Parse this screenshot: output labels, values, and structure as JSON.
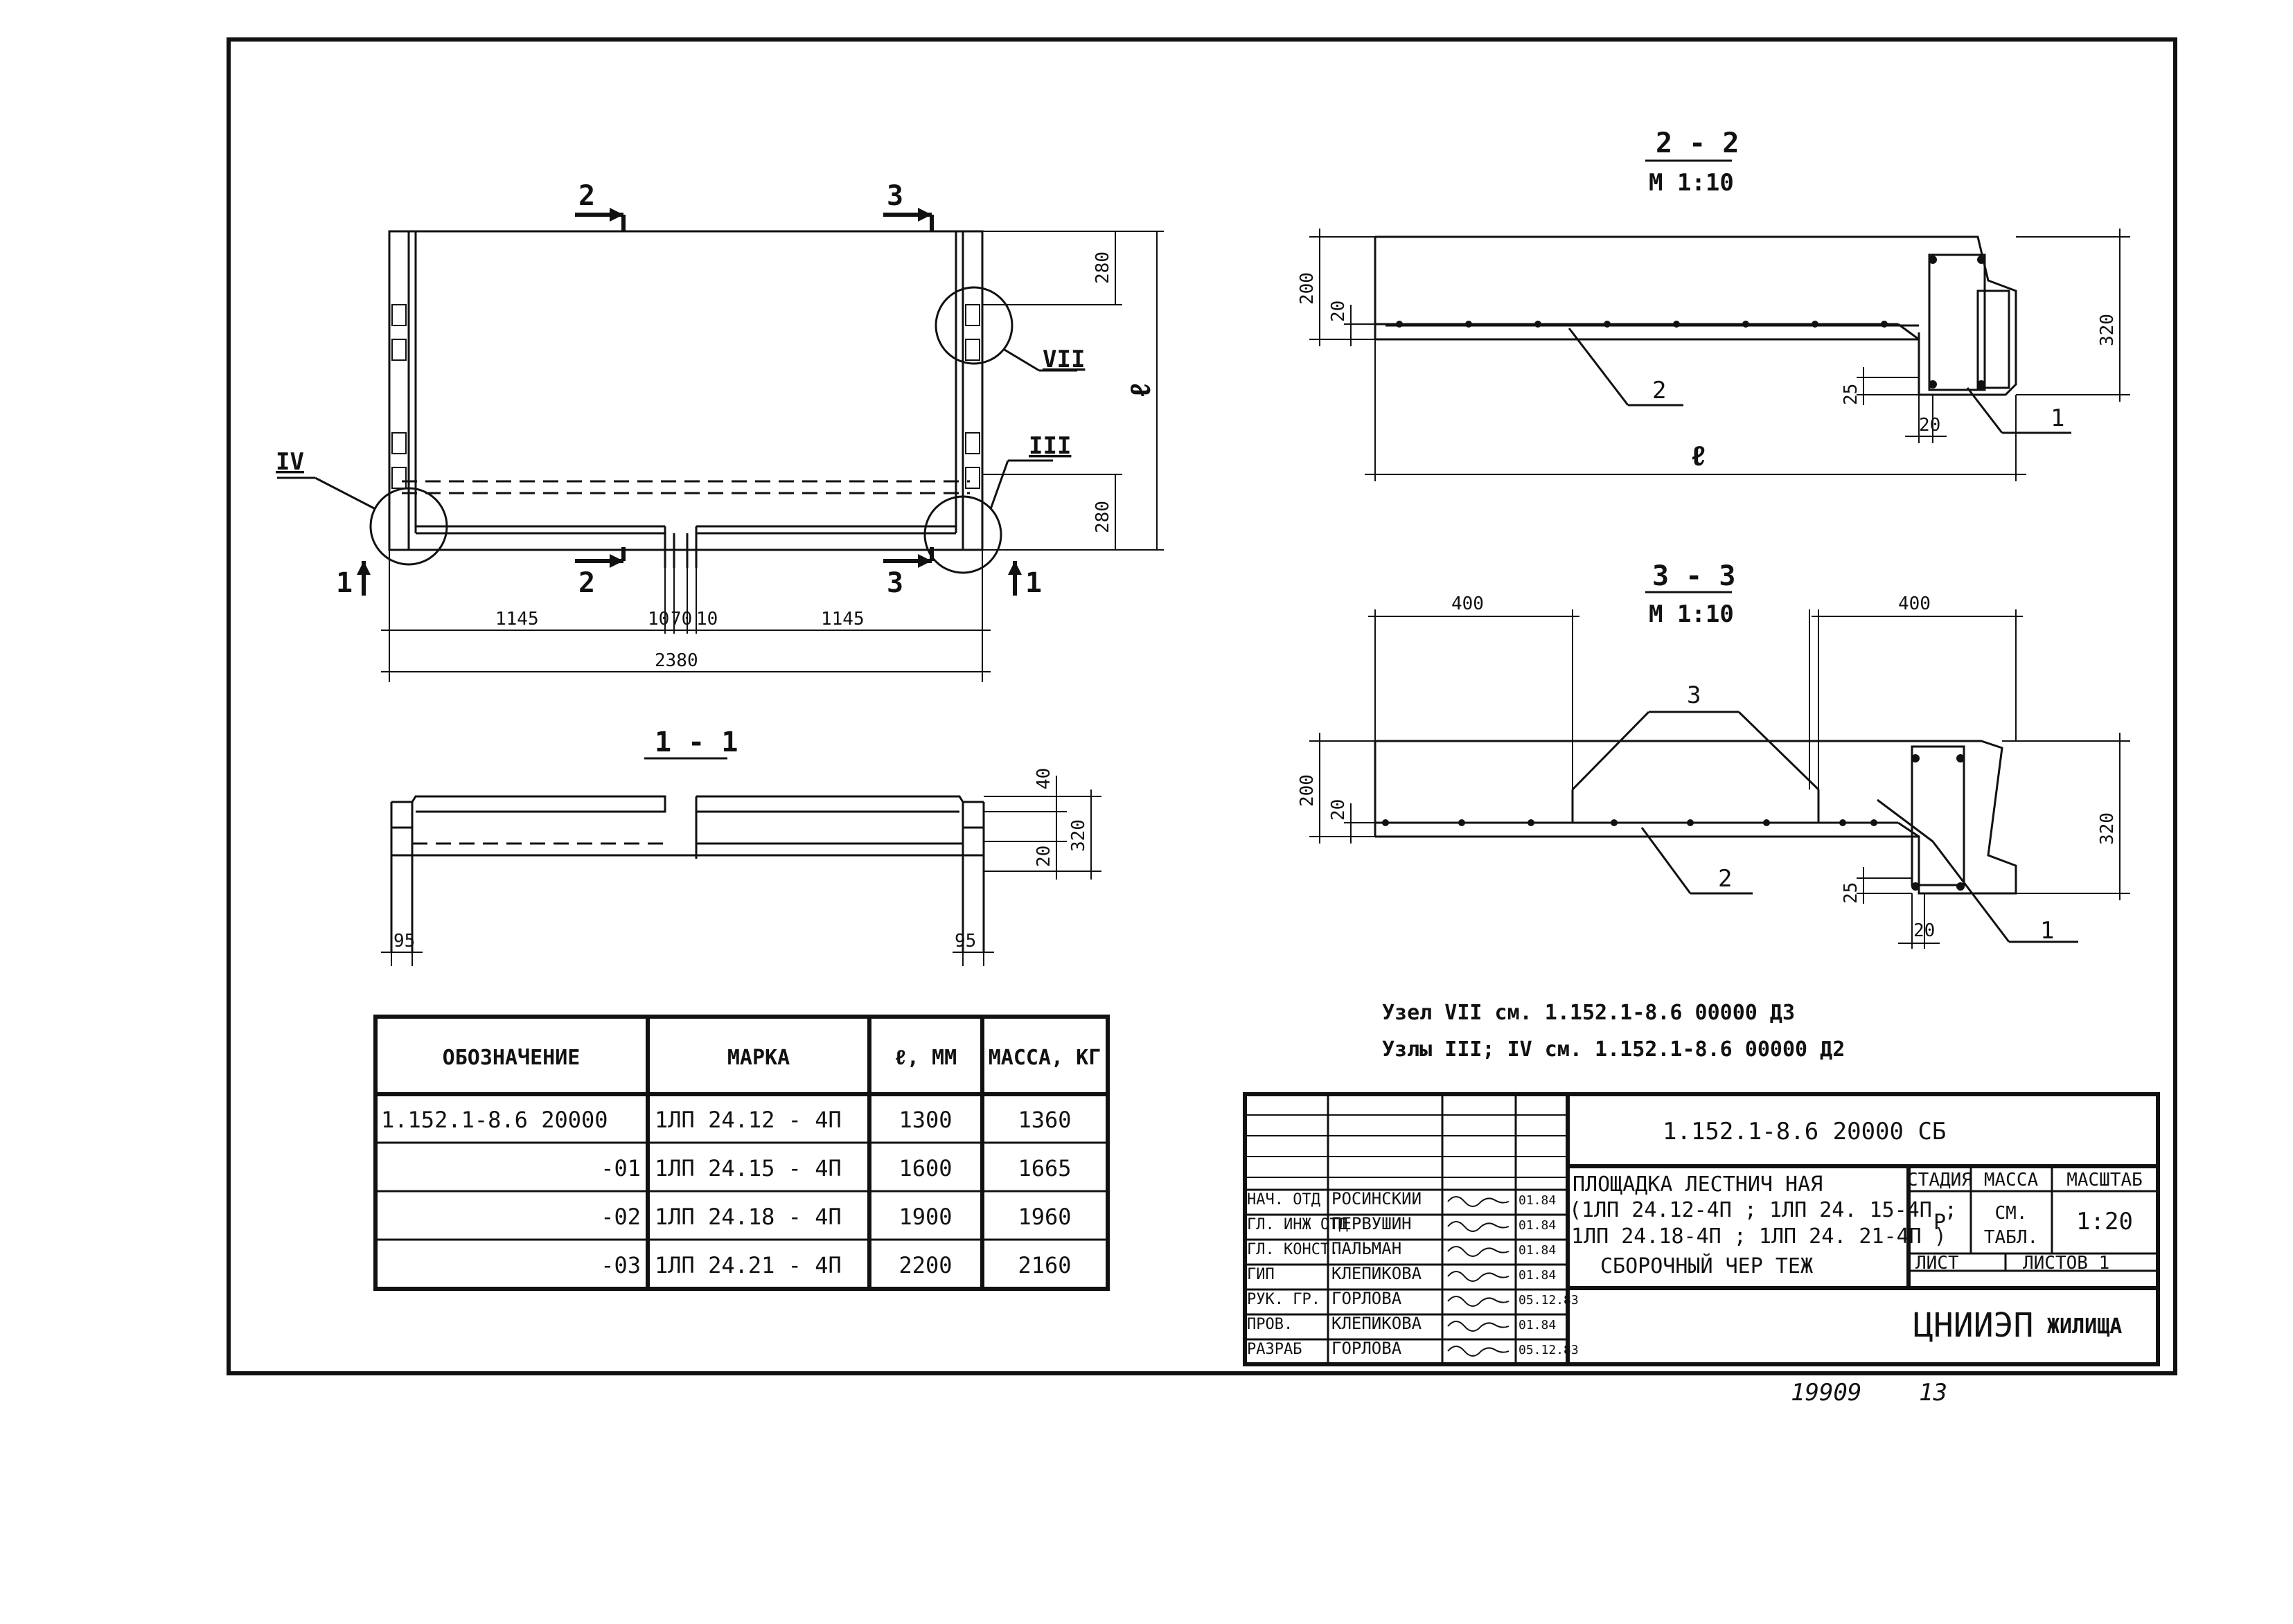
{
  "plan": {
    "sec_2": "2",
    "sec_3": "3",
    "sec_1": "1",
    "node_vii": "VII",
    "node_iv": "IV",
    "node_iii": "III",
    "dim_280_top": "280",
    "dim_280_bot": "280",
    "dim_l": "ℓ",
    "dim_1145_l": "1145",
    "dim_1145_r": "1145",
    "dim_10a": "10",
    "dim_70": "70",
    "dim_10b": "10",
    "dim_2380": "2380"
  },
  "section_1_1": {
    "title": "1 - 1",
    "dim_40": "40",
    "dim_320": "320",
    "dim_20": "20",
    "dim_95_l": "95",
    "dim_95_r": "95"
  },
  "section_2_2": {
    "title": "2 - 2",
    "scale": "М 1:10",
    "dim_200": "200",
    "dim_20": "20",
    "dim_320": "320",
    "dim_25": "25",
    "dim_20b": "20",
    "dim_l": "ℓ",
    "pos_2": "2",
    "pos_1": "1"
  },
  "section_3_3": {
    "title": "3 - 3",
    "scale": "М 1:10",
    "dim_400_l": "400",
    "dim_400_r": "400",
    "dim_200": "200",
    "dim_20": "20",
    "dim_320": "320",
    "dim_25": "25",
    "dim_20b": "20",
    "pos_3": "3",
    "pos_2": "2",
    "pos_1": "1"
  },
  "notes": {
    "line1": "Узел VII см. 1.152.1-8.6 00000 Д3",
    "line2": "Узлы III; IV см. 1.152.1-8.6 00000 Д2"
  },
  "spec_table": {
    "headers": [
      "ОБОЗНАЧЕНИЕ",
      "МАРКА",
      "ℓ, ММ",
      "МАССА, КГ"
    ],
    "rows": [
      [
        "1.152.1-8.6 20000",
        "1ЛП 24.12 - 4П",
        "1300",
        "1360"
      ],
      [
        "-01",
        "1ЛП 24.15 - 4П",
        "1600",
        "1665"
      ],
      [
        "-02",
        "1ЛП 24.18 - 4П",
        "1900",
        "1960"
      ],
      [
        "-03",
        "1ЛП 24.21 - 4П",
        "2200",
        "2160"
      ]
    ]
  },
  "title_block": {
    "code": "1.152.1-8.6 20000 СБ",
    "name_l1": "ПЛОЩАДКА ЛЕСТНИЧ НАЯ",
    "name_l2": "(1ЛП 24.12-4П ; 1ЛП 24. 15-4П ;",
    "name_l3": "1ЛП 24.18-4П ; 1ЛП 24. 21-4П )",
    "name_l4": "СБОРОЧНЫЙ ЧЕР ТЕЖ",
    "h_stage": "СТАДИЯ",
    "h_mass": "МАССА",
    "h_scale": "МАСШТАБ",
    "stage": "Р",
    "mass_l1": "СМ.",
    "mass_l2": "ТАБЛ.",
    "scale": "1:20",
    "sheet": "ЛИСТ",
    "sheets": "ЛИСТОВ 1",
    "org_a": "ЦНИИЭП",
    "org_b": "ЖИЛИЩА",
    "signers": [
      {
        "role": "НАЧ. ОТД",
        "name": "РОСИНСКИЙ",
        "date": "01.84"
      },
      {
        "role": "ГЛ. ИНЖ ОТД",
        "name": "ПЕРВУШИН",
        "date": "01.84"
      },
      {
        "role": "ГЛ. КОНСТ.",
        "name": "ПАЛЬМАН",
        "date": "01.84"
      },
      {
        "role": "ГИП",
        "name": "КЛЕПИКОВА",
        "date": "01.84"
      },
      {
        "role": "РУК. ГР.",
        "name": "ГОРЛОВА",
        "date": "05.12.83"
      },
      {
        "role": "ПРОВ.",
        "name": "КЛЕПИКОВА",
        "date": "01.84"
      },
      {
        "role": "РАЗРАБ",
        "name": "ГОРЛОВА",
        "date": "05.12.83"
      }
    ]
  },
  "footer": {
    "number": "19909",
    "page": "13"
  }
}
